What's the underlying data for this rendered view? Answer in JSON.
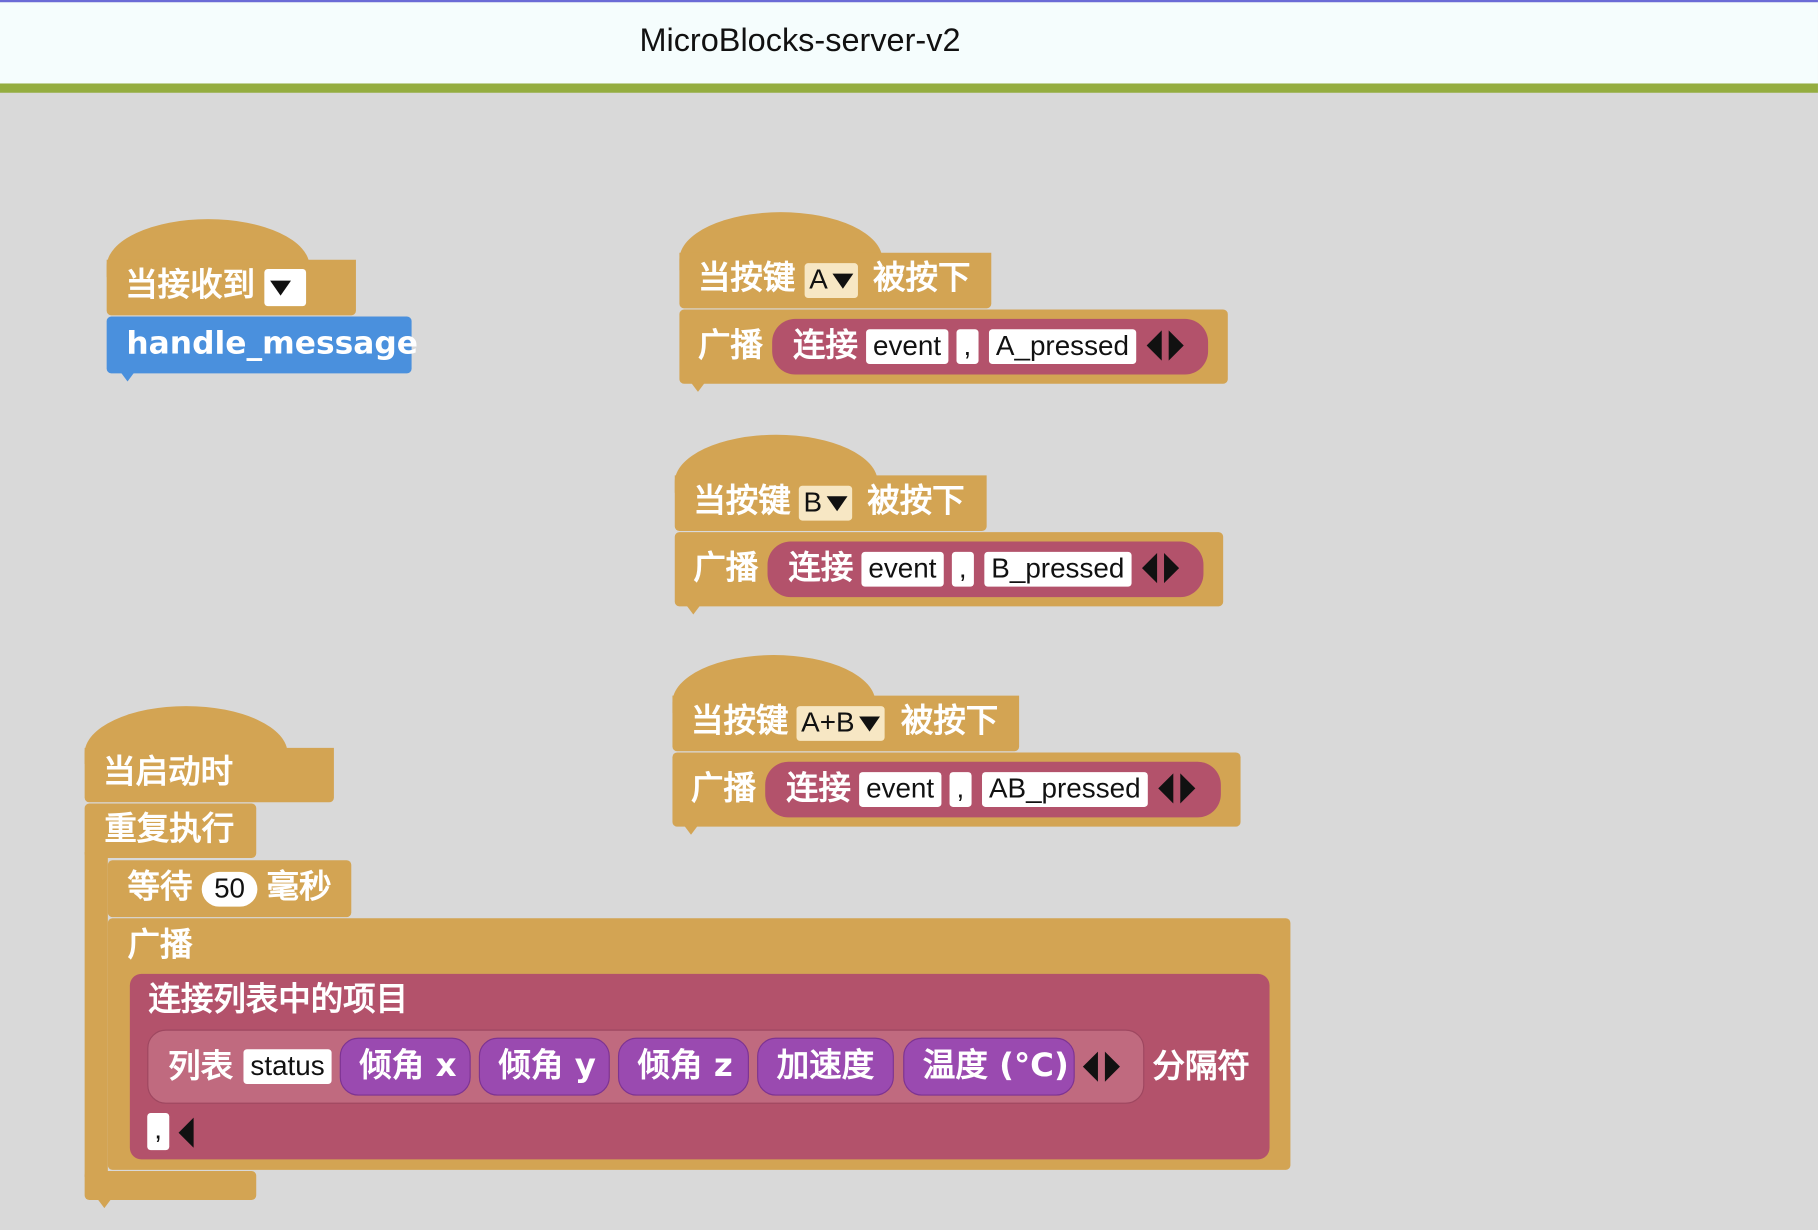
{
  "window": {
    "title": "MicroBlocks-server-v2"
  },
  "scripts": {
    "receive": {
      "hat_label": "当接收到",
      "message_name": "handle_message"
    },
    "button_scripts": [
      {
        "hat_prefix": "当按键",
        "button": "A",
        "hat_suffix": "被按下",
        "broadcast_label": "广播",
        "join_label": "连接",
        "item1": "event",
        "item2": ",",
        "item3": "A_pressed"
      },
      {
        "hat_prefix": "当按键",
        "button": "B",
        "hat_suffix": "被按下",
        "broadcast_label": "广播",
        "join_label": "连接",
        "item1": "event",
        "item2": ",",
        "item3": "B_pressed"
      },
      {
        "hat_prefix": "当按键",
        "button": "A+B",
        "hat_suffix": "被按下",
        "broadcast_label": "广播",
        "join_label": "连接",
        "item1": "event",
        "item2": ",",
        "item3": "AB_pressed"
      }
    ],
    "start": {
      "hat_label": "当启动时",
      "forever_label": "重复执行",
      "wait_label": "等待",
      "wait_value": "50",
      "wait_unit": "毫秒",
      "broadcast_label": "广播",
      "join_list_label": "连接列表中的项目",
      "list_label": "列表",
      "list_first": "status",
      "sensors": [
        "倾角 x",
        "倾角 y",
        "倾角 z",
        "加速度",
        "温度 (°C)"
      ],
      "separator_label": "分隔符",
      "separator_value": ","
    }
  },
  "colors": {
    "control": "#d3a453",
    "operators": "#b3526b",
    "sensing": "#9a4ab0",
    "variables": "#4a90dd",
    "canvas": "#d9d9d9",
    "title_accent": "#94ad40"
  }
}
